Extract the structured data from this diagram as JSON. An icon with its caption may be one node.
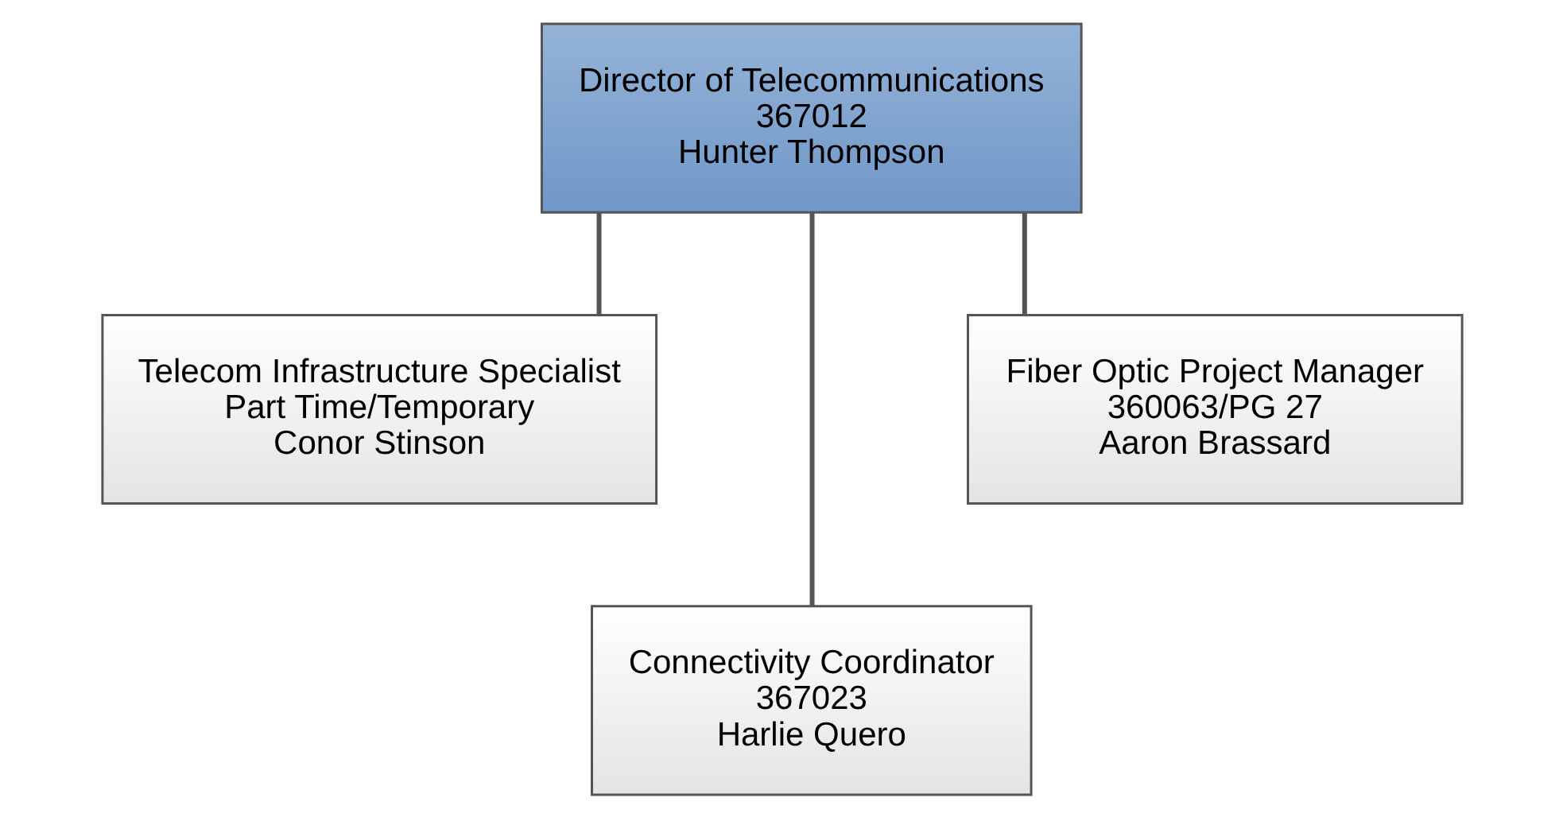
{
  "diagram": {
    "nodes": [
      {
        "text": [
          "Director of Telecommunications",
          "367012",
          "Hunter Thompson"
        ]
      },
      {
        "text": [
          "Telecom Infrastructure Specialist",
          "Part Time/Temporary",
          "Conor Stinson"
        ]
      },
      {
        "text": [
          "Connectivity Coordinator",
          "367023",
          "Harlie Quero"
        ]
      },
      {
        "text": [
          "Fiber Optic Project Manager",
          "360063/PG 27",
          "Aaron Brassard"
        ]
      }
    ],
    "edges": [
      {
        "from": 0,
        "to": 1,
        "arrow": "none"
      },
      {
        "from": 0,
        "to": 2,
        "arrow": "none"
      },
      {
        "from": 0,
        "to": 3,
        "arrow": "none"
      }
    ]
  }
}
